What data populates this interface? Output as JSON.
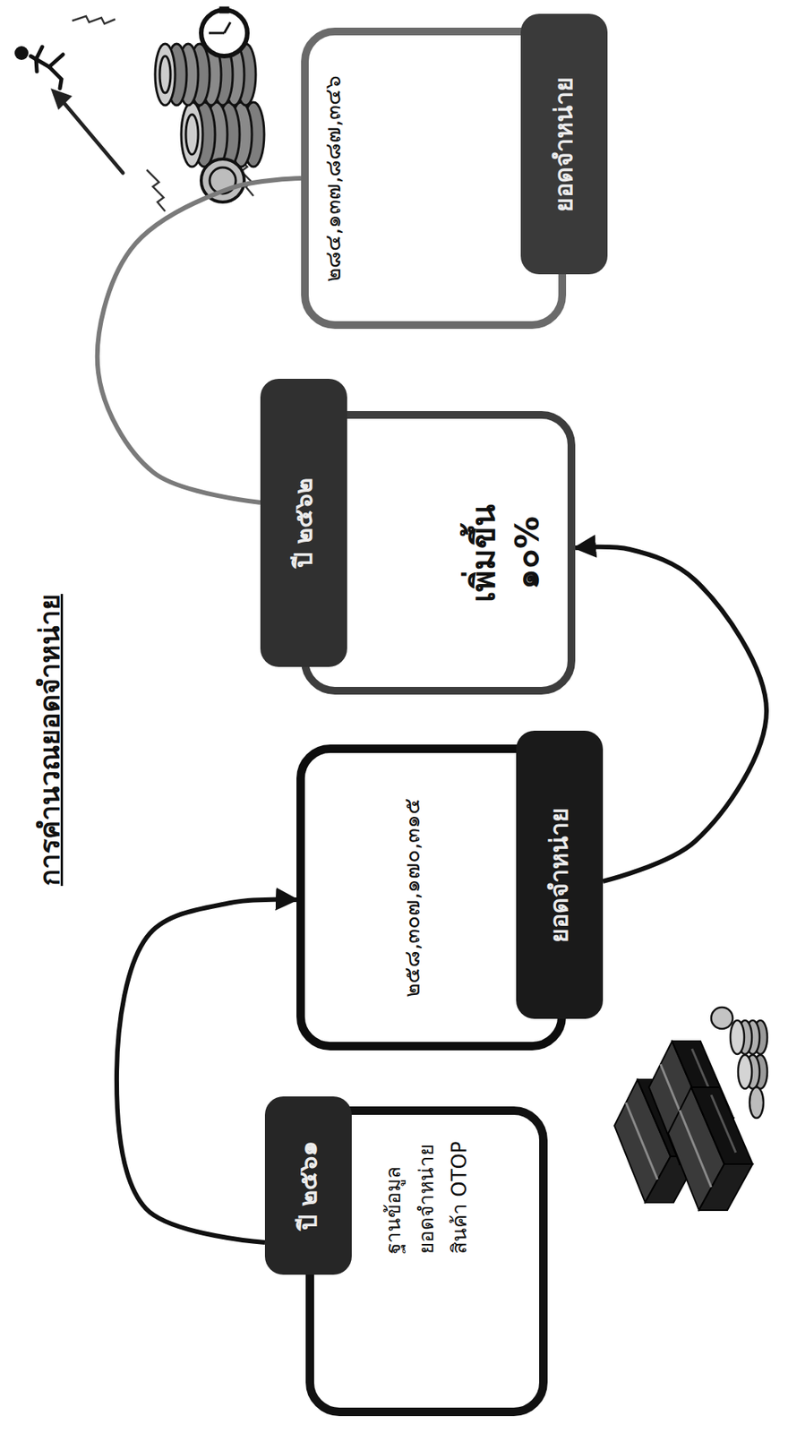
{
  "diagram": {
    "title": "การคำนวณยอดจำหน่าย",
    "nodes": [
      {
        "text": [
          "ปี ๒๕๖๑",
          "ฐานข้อมูล ยอดจำหน่าย สินค้า OTOP"
        ]
      },
      {
        "text": [
          "๒๕๘,๓๐๗,๑๗๐,๓๑๕",
          "ยอดจำหน่าย"
        ]
      },
      {
        "text": [
          "ปี ๒๕๖๒",
          "เพิ่มขึ้น ๑๐%"
        ]
      },
      {
        "text": [
          "๒๘๔,๑๓๗,๘๘๗,๓๔๖",
          "ยอดจำหน่าย"
        ]
      }
    ],
    "edges": [
      {
        "from": 0,
        "to": 1,
        "arrow": "to"
      },
      {
        "from": 1,
        "to": 2,
        "arrow": "to"
      },
      {
        "from": 2,
        "to": 3,
        "arrow": "none"
      }
    ]
  }
}
